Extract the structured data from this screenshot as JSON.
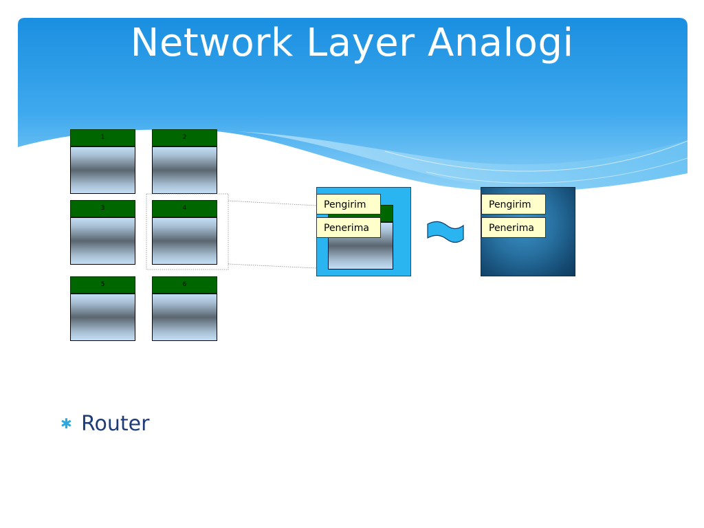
{
  "slide": {
    "title": "Network Layer Analogi"
  },
  "building": {
    "rooms": [
      {
        "label": "1"
      },
      {
        "label": "2"
      },
      {
        "label": "3"
      },
      {
        "label": "4"
      },
      {
        "label": "5"
      },
      {
        "label": "6"
      }
    ]
  },
  "router_box": {
    "sender": "Pengirim",
    "receiver": "Penerima"
  },
  "network_box": {
    "sender": "Pengirim",
    "receiver": "Penerima"
  },
  "bullets": [
    {
      "text": "Router"
    }
  ],
  "colors": {
    "header_top": "#1a8fe0",
    "header_bottom": "#7ccaf5",
    "room_label": "#006600",
    "router_box": "#2ab5f0",
    "dark_box": "#154b73",
    "tag_bg": "#ffffcc",
    "bullet_icon": "#2aa8e0",
    "bullet_text": "#1e3c78"
  },
  "icons": {
    "bullet": "asterisk-bullet-icon",
    "equivalence": "tilde-wave-icon"
  }
}
